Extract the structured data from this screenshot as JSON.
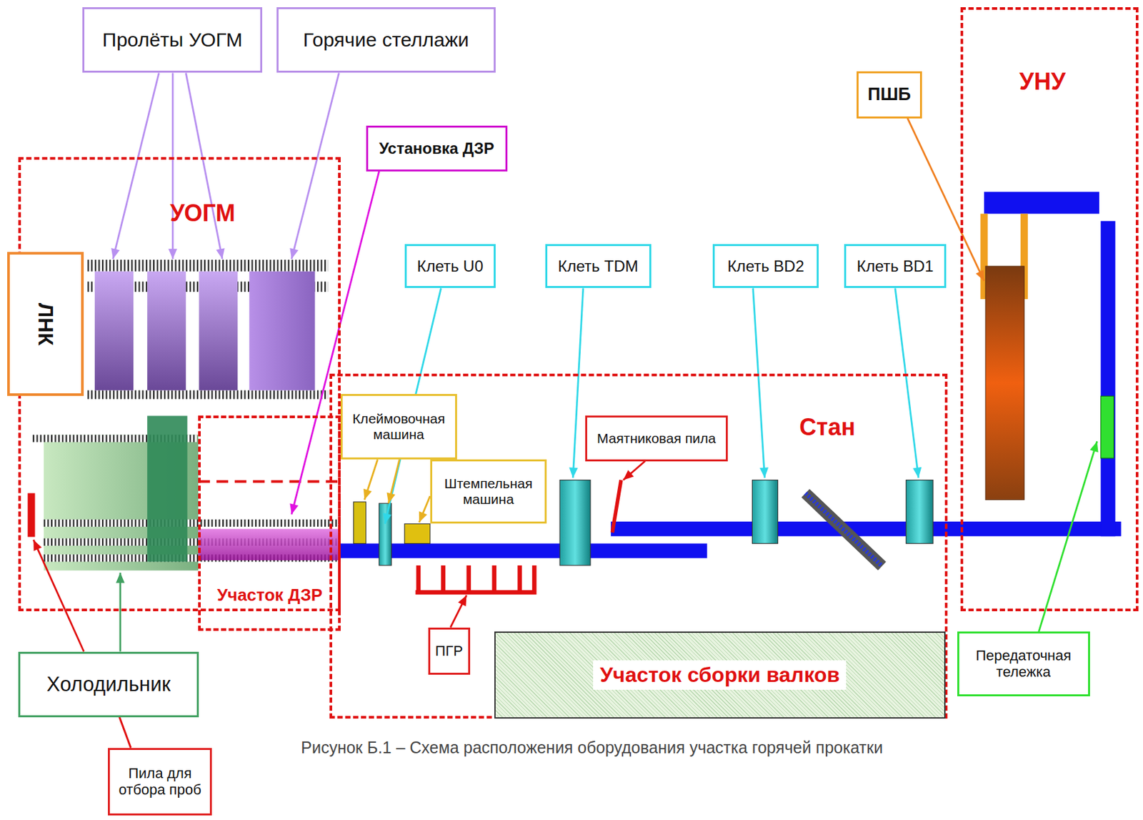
{
  "diagram": {
    "caption": "Рисунок Б.1 – Схема расположения оборудования участка горячей прокатки",
    "nodes": [
      {
        "text": [
          "Пролёты УОГМ"
        ]
      },
      {
        "text": [
          "Горячие стеллажи"
        ]
      },
      {
        "text": [
          "Установка ДЗР"
        ]
      },
      {
        "text": [
          "ПШБ"
        ]
      },
      {
        "text": [
          "УНУ"
        ]
      },
      {
        "text": [
          "УОГМ"
        ]
      },
      {
        "text": [
          "ЛНК"
        ]
      },
      {
        "text": [
          "Клеть U0"
        ]
      },
      {
        "text": [
          "Клеть TDM"
        ]
      },
      {
        "text": [
          "Клеть BD2"
        ]
      },
      {
        "text": [
          "Клеть BD1"
        ]
      },
      {
        "text": [
          "Стан"
        ]
      },
      {
        "text": [
          "Клеймовочная машина"
        ],
        "in": 11
      },
      {
        "text": [
          "Маятниковая пила"
        ],
        "in": 11
      },
      {
        "text": [
          "Штемпельная машина"
        ],
        "in": 11
      },
      {
        "text": [
          "ПГР"
        ],
        "in": 11
      },
      {
        "text": [
          "Участок сборки валков"
        ],
        "in": 11
      },
      {
        "text": [
          "Участок ДЗР"
        ]
      },
      {
        "text": [
          "Холодильник"
        ]
      },
      {
        "text": [
          "Передаточная тележка"
        ]
      },
      {
        "text": [
          "Пила для отбора проб"
        ]
      }
    ],
    "edges": [
      {
        "from": 20,
        "to": 18,
        "arrow": "none"
      }
    ]
  }
}
